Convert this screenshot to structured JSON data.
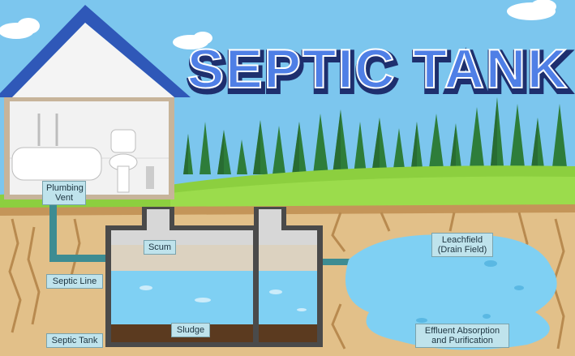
{
  "title": "SEPTIC TANK",
  "labels": {
    "plumbing_vent": "Plumbing\nVent",
    "septic_line": "Septic Line",
    "septic_tank": "Septic Tank",
    "scum": "Scum",
    "sludge": "Sludge",
    "leachfield": "Leachfield\n(Drain Field)",
    "effluent": "Effluent Absorption\nand Purification"
  },
  "colors": {
    "sky": "#7cc6ee",
    "grass": "#8ccf3f",
    "soil": "#e2c089",
    "water": "#7fd0f3",
    "sludge": "#5b3a1f",
    "roof": "#2f58b8",
    "title_fill": "#4f7fe6"
  }
}
